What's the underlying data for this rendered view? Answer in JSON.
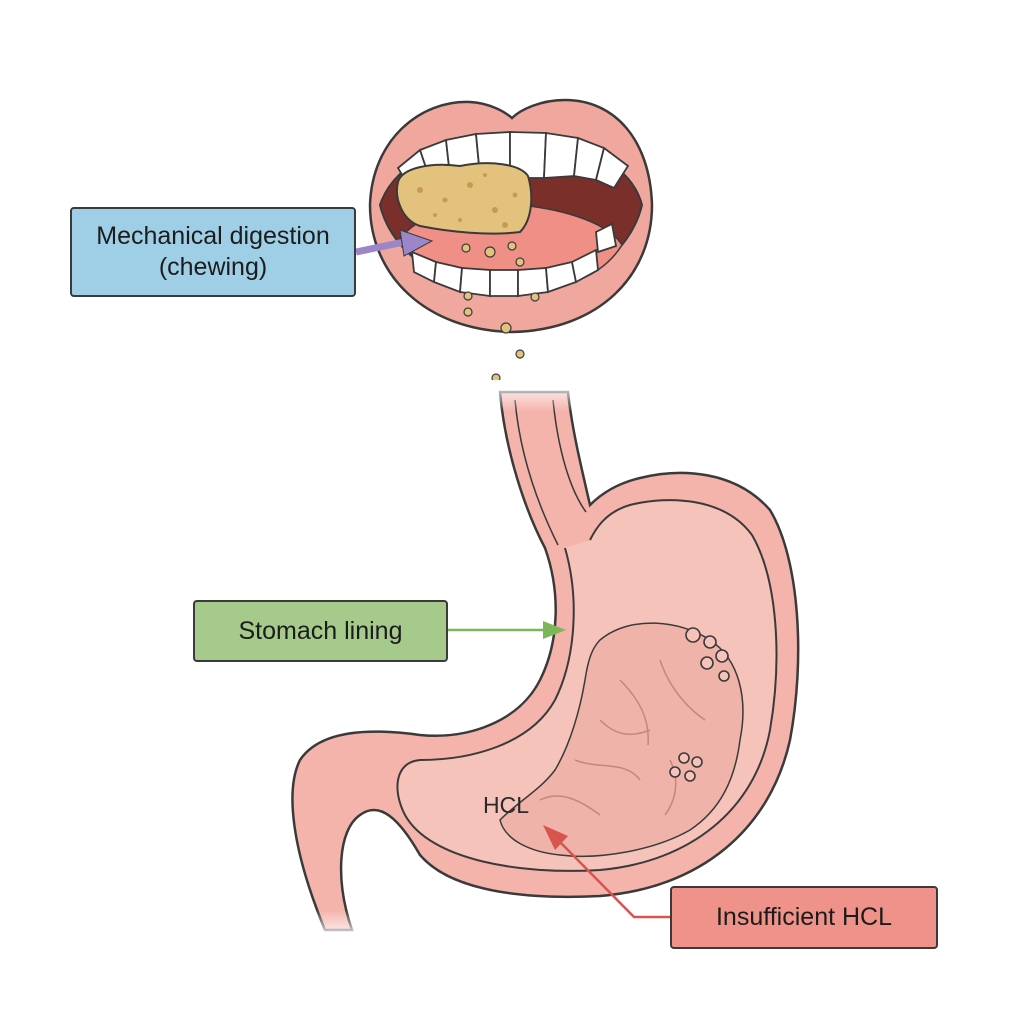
{
  "labels": {
    "mechanical_digestion": "Mechanical digestion (chewing)",
    "stomach_lining": "Stomach lining",
    "insufficient_hcl": "Insufficient HCL"
  },
  "stomach": {
    "acid_label": "HCL"
  },
  "colors": {
    "mechanical_box": "#9fcfe6",
    "lining_box": "#a6c98c",
    "hcl_box": "#ef928a",
    "mechanical_arrow": "#9b86c9",
    "lining_arrow": "#7cb55a",
    "hcl_arrow": "#d9534f",
    "tissue": "#f4b3ab",
    "inner_tissue": "#f2bcb4",
    "food": "#e3c27e",
    "outline": "#3a3a3a"
  }
}
